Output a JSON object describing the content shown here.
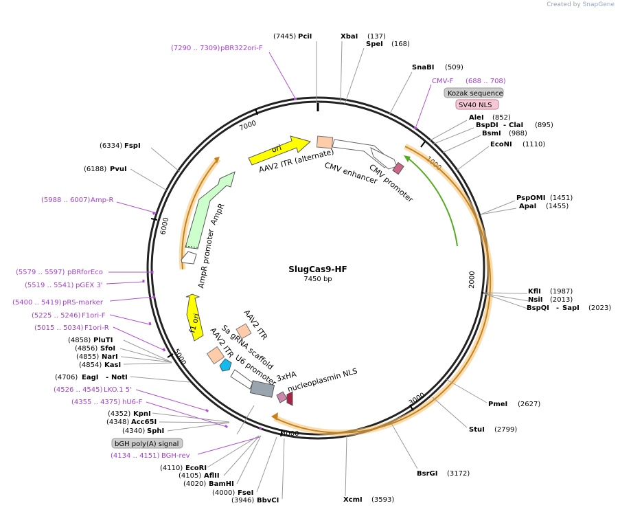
{
  "credit": {
    "prefix": "Created by",
    "brand": "SnapGene"
  },
  "map": {
    "name": "SlugCas9-HF",
    "length_label": "7450 bp",
    "total_bp": 7450,
    "tick_labels": [
      "1000",
      "2000",
      "3000",
      "4000",
      "5000",
      "6000",
      "7000"
    ]
  },
  "colors": {
    "enzyme": "#000000",
    "primer": "#a040c8",
    "backbone": "#222222",
    "ori": "#ffff00",
    "ampr": "#ccffcc",
    "itr": "#ffccaa",
    "cas_orange": "#ffd080",
    "nls_pink": "#cc6688",
    "green": "#55aa22",
    "u6_gray": "#99a4ae",
    "sgrna_cyan": "#11bbee"
  },
  "enzymes_right": [
    {
      "name": "PciI",
      "pos": "(7445)"
    },
    {
      "name": "XbaI",
      "pos": "(137)"
    },
    {
      "name": "SpeI",
      "pos": "(168)"
    },
    {
      "name": "SnaBI",
      "pos": "(509)"
    },
    {
      "name": "AleI",
      "pos": "(852)"
    },
    {
      "name": "BspDI",
      "name2": "ClaI",
      "pos": "(895)"
    },
    {
      "name": "BsmI",
      "pos": "(988)"
    },
    {
      "name": "EcoNI",
      "pos": "(1110)"
    },
    {
      "name": "PspOMI",
      "pos": "(1451)"
    },
    {
      "name": "ApaI",
      "pos": "(1455)"
    },
    {
      "name": "KflI",
      "pos": "(1987)"
    },
    {
      "name": "NsiI",
      "pos": "(2013)"
    },
    {
      "name": "BspQI",
      "name2": "SapI",
      "pos": "(2023)"
    },
    {
      "name": "PmeI",
      "pos": "(2627)"
    },
    {
      "name": "StuI",
      "pos": "(2799)"
    },
    {
      "name": "BsrGI",
      "pos": "(3172)"
    },
    {
      "name": "XcmI",
      "pos": "(3593)"
    }
  ],
  "enzymes_left": [
    {
      "name": "FspI",
      "pos": "(6334)"
    },
    {
      "name": "PvuI",
      "pos": "(6188)"
    },
    {
      "name": "PluTI",
      "pos": "(4858)"
    },
    {
      "name": "SfoI",
      "pos": "(4856)"
    },
    {
      "name": "NarI",
      "pos": "(4855)"
    },
    {
      "name": "KasI",
      "pos": "(4854)"
    },
    {
      "name": "EagI",
      "name2": "NotI",
      "pos": "(4706)"
    },
    {
      "name": "KpnI",
      "pos": "(4352)"
    },
    {
      "name": "Acc65I",
      "pos": "(4348)"
    },
    {
      "name": "SphI",
      "pos": "(4340)"
    },
    {
      "name": "EcoRI",
      "pos": "(4110)"
    },
    {
      "name": "AflII",
      "pos": "(4105)"
    },
    {
      "name": "BamHI",
      "pos": "(4020)"
    },
    {
      "name": "FseI",
      "pos": "(4000)"
    },
    {
      "name": "BbvCI",
      "pos": "(3946)"
    }
  ],
  "primers": [
    {
      "name": "pBR322ori-F",
      "range": "(7290 .. 7309)"
    },
    {
      "name": "CMV-F",
      "range": "(688 .. 708)"
    },
    {
      "name": "Amp-R",
      "range": "(5988 .. 6007)"
    },
    {
      "name": "pBRforEco",
      "range": "(5579 .. 5597)"
    },
    {
      "name": "pGEX 3'",
      "range": "(5519 .. 5541)"
    },
    {
      "name": "pRS-marker",
      "range": "(5400 .. 5419)"
    },
    {
      "name": "F1ori-F",
      "range": "(5225 .. 5246)"
    },
    {
      "name": "F1ori-R",
      "range": "(5015 .. 5034)"
    },
    {
      "name": "LKO.1 5'",
      "range": "(4526 .. 4545)"
    },
    {
      "name": "hU6-F",
      "range": "(4355 .. 4375)"
    },
    {
      "name": "BGH-rev",
      "range": "(4134 .. 4151)"
    }
  ],
  "boxed_features": [
    "Kozak sequence",
    "SV40 NLS",
    "bGH poly(A) signal"
  ],
  "inner_features": [
    {
      "name": "ori"
    },
    {
      "name": "AAV2 ITR (alternate)"
    },
    {
      "name": "CMV enhancer"
    },
    {
      "name": "CMV promoter"
    },
    {
      "name": "AmpR"
    },
    {
      "name": "AmpR promoter"
    },
    {
      "name": "f1 ori"
    },
    {
      "name": "AAV2 ITR"
    },
    {
      "name": "AAV2 ITR",
      "id": "itr2"
    },
    {
      "name": "Sa gRNA scaffold"
    },
    {
      "name": "U6 promoter"
    },
    {
      "name": "3xHA"
    },
    {
      "name": "nucleoplasmin NLS"
    }
  ]
}
